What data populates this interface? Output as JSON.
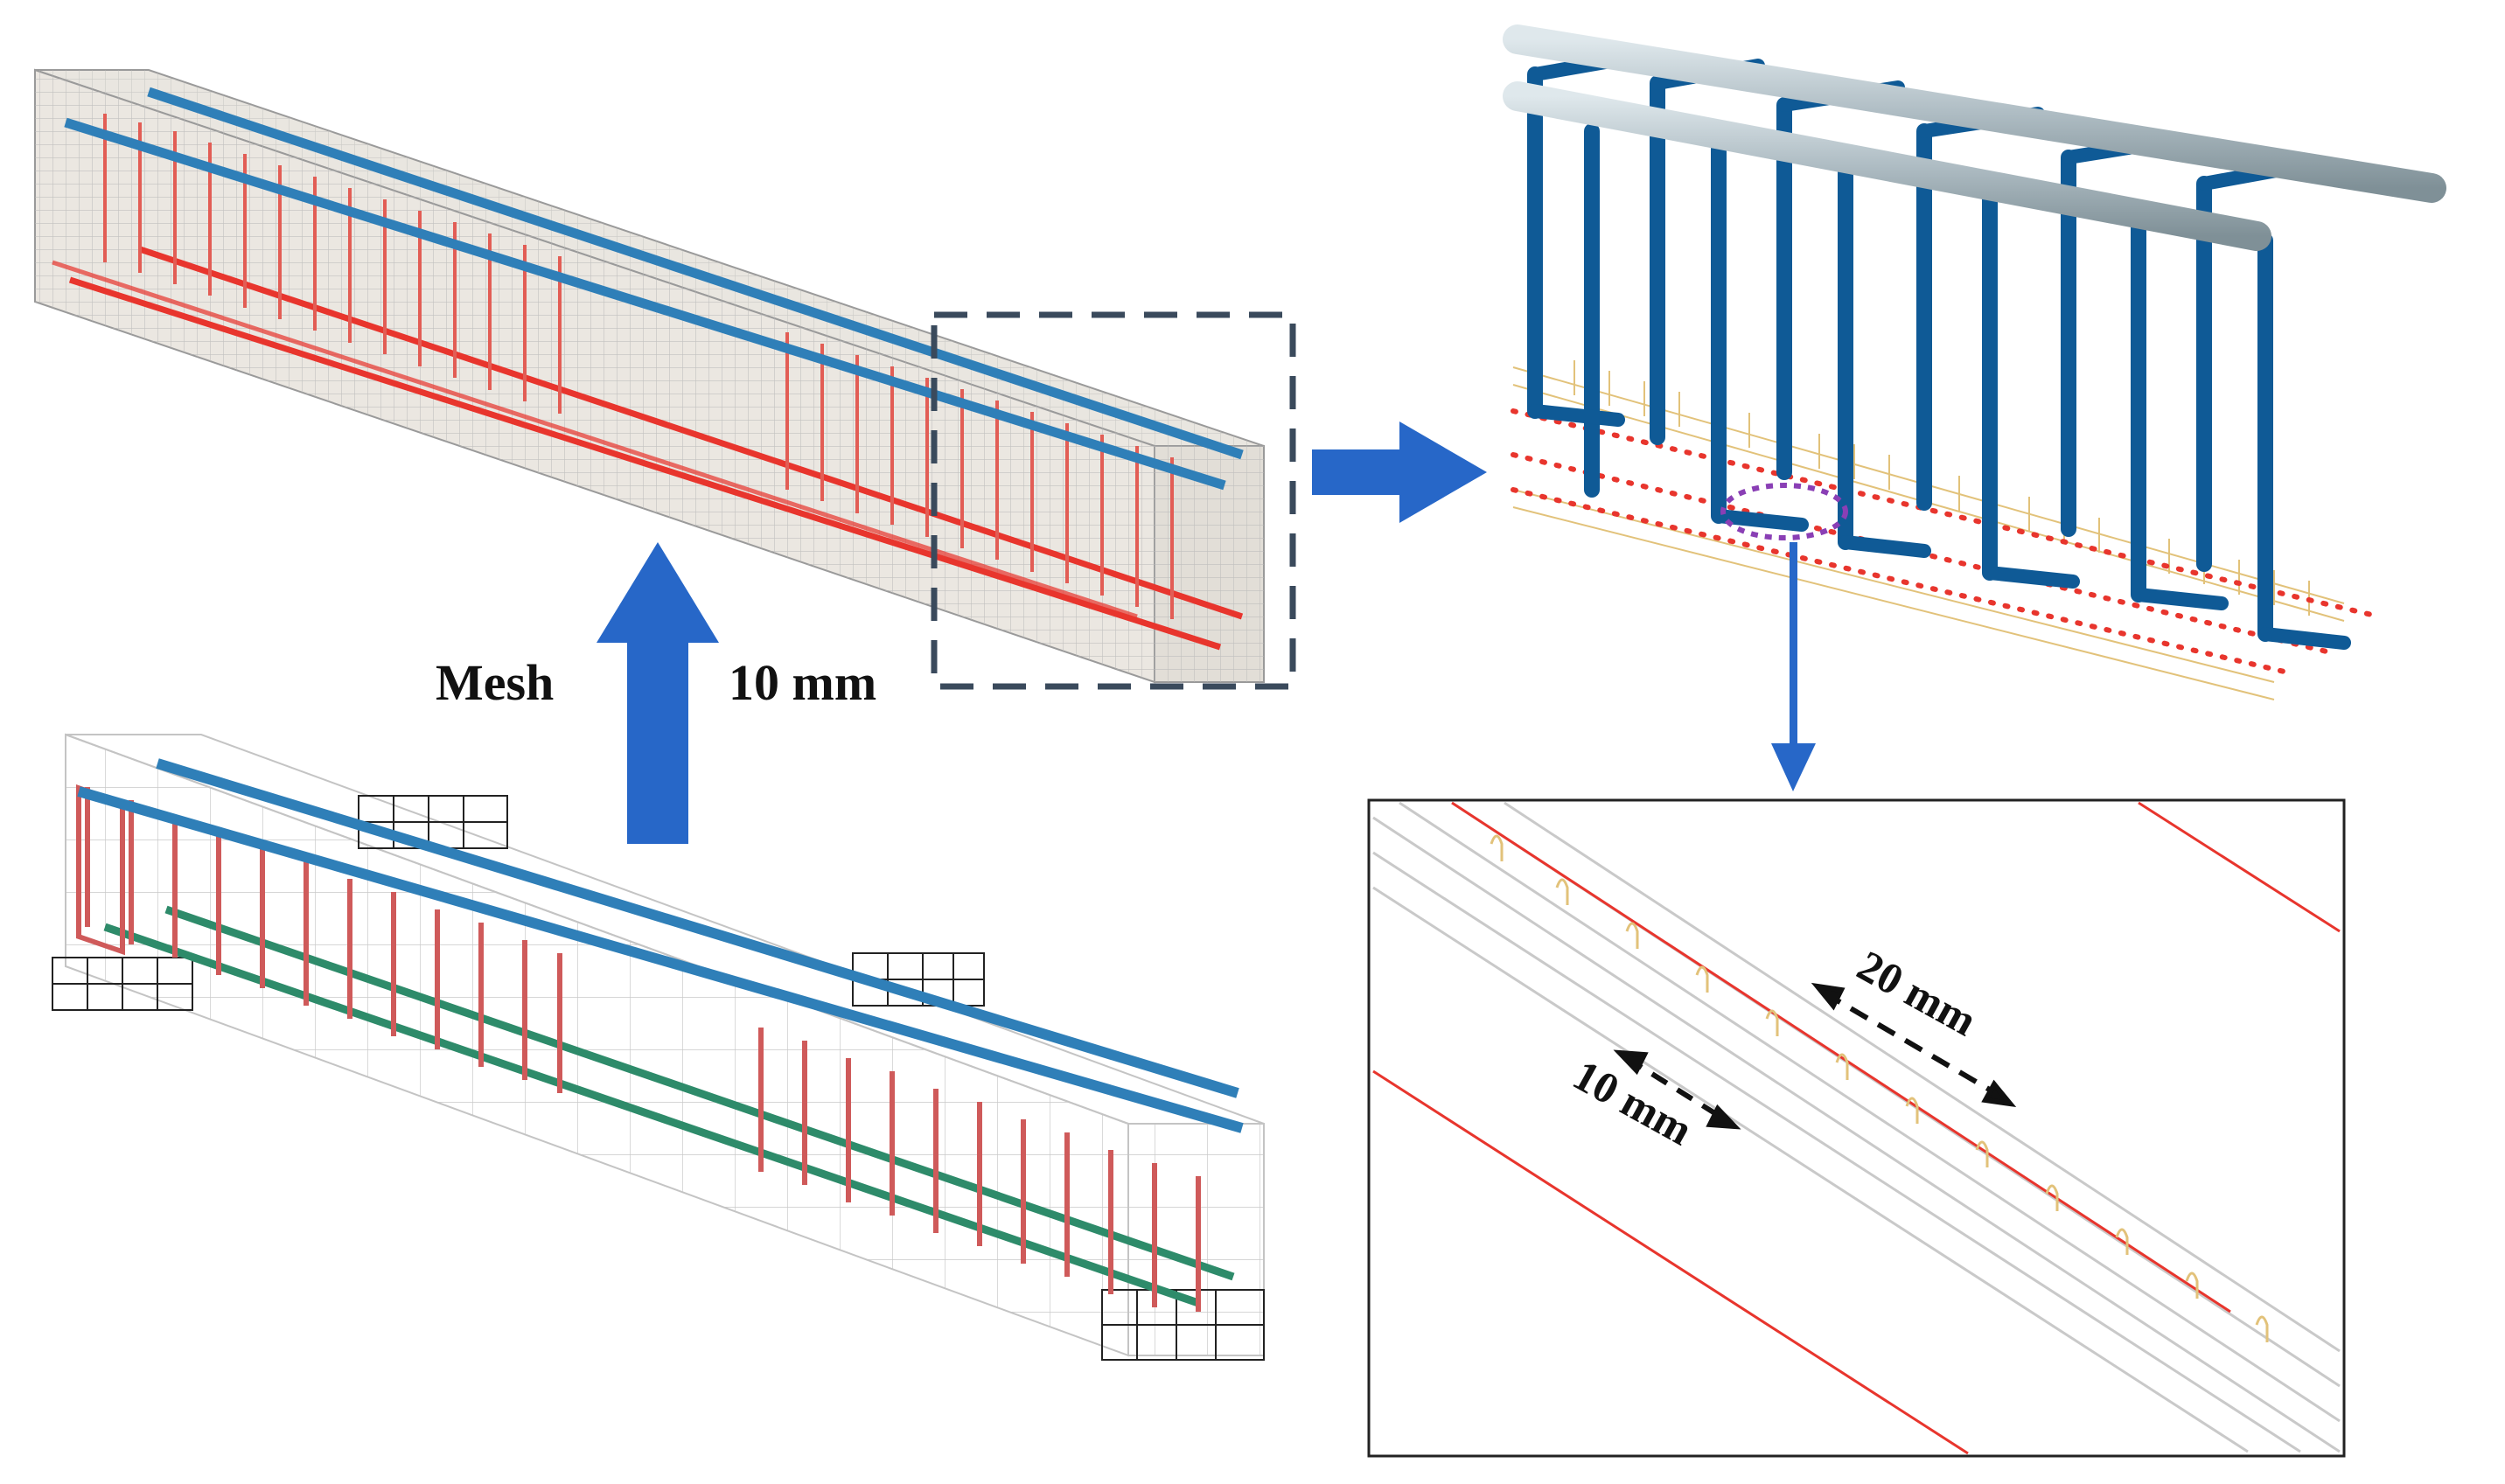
{
  "labels": {
    "mesh": "Mesh",
    "mesh_size": "10 mm",
    "dim_long": "20 mm",
    "dim_short": "10 mm"
  },
  "colors": {
    "longitudinal_top": "#2f7fb8",
    "longitudinal_bottom_fine": "#e8352d",
    "stirrup_coarse": "#cf5a5a",
    "longitudinal_bottom_coarse": "#2e8b6a",
    "flow_arrow": "#2767c8",
    "stirrup_detail": "#0f5a96",
    "bar_detail": "#a9b8bf",
    "dashed_box": "#3a4a5c",
    "highlight_ellipse": "#8a3fb5",
    "mesh_line": "#b9b9b9",
    "support_block": "#222222",
    "spring_element": "#e2c27a"
  },
  "icons": [
    "arrow-up-icon",
    "arrow-right-icon",
    "arrow-down-icon"
  ]
}
